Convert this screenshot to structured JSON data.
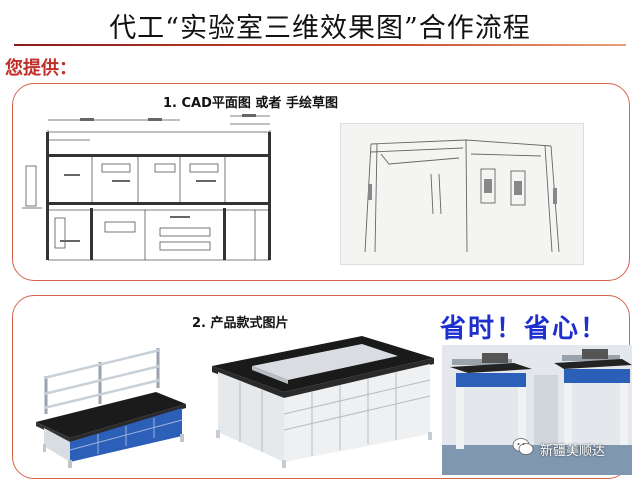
{
  "page": {
    "title": "代工“实验室三维效果图”合作流程",
    "provide_label": "您提供："
  },
  "section1": {
    "label": "1. CAD平面图  或者  手绘草图"
  },
  "section2": {
    "label": "2. 产品款式图片",
    "slogan": "省时！省心！"
  },
  "watermark": {
    "text": "新疆美顺达",
    "icon": "wechat-icon"
  },
  "colors": {
    "title_rule": "#8b1b1b",
    "provide_text": "#c0302a",
    "panel_border": "#d4644a",
    "slogan": "#1e2fd0",
    "cabinet_blue": "#2b5fb8",
    "bench_top": "#1b1b1b"
  }
}
